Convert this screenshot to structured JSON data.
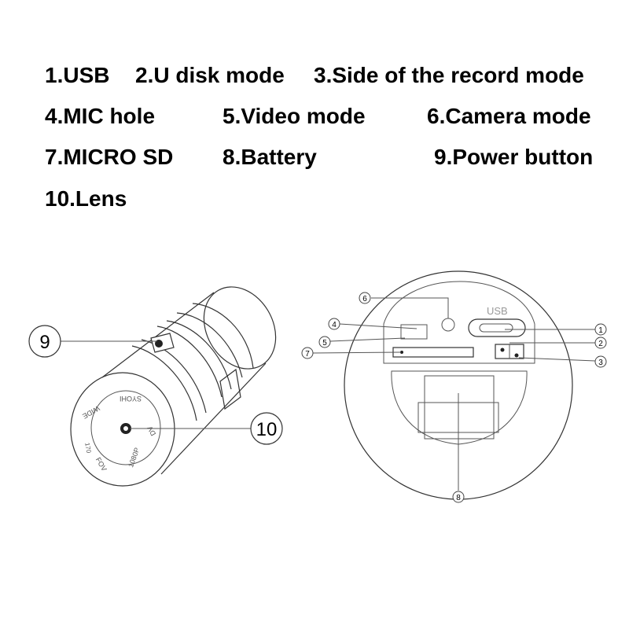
{
  "legend": {
    "items": [
      "1.USB",
      "2.U disk mode",
      "3.Side of the record mode",
      "4.MIC hole",
      "5.Video mode",
      "6.Camera mode",
      "7.MICRO SD",
      "8.Battery",
      "9.Power button",
      "10.Lens"
    ]
  },
  "camera_front": {
    "callout_power": "9",
    "callout_lens": "10",
    "ring_labels": [
      "WIDE",
      "SYOHI",
      "DV",
      "1080P",
      "FOV",
      "170"
    ]
  },
  "camera_back": {
    "usb_label": "USB",
    "callouts": [
      "1",
      "2",
      "3",
      "4",
      "5",
      "6",
      "7",
      "8"
    ]
  }
}
